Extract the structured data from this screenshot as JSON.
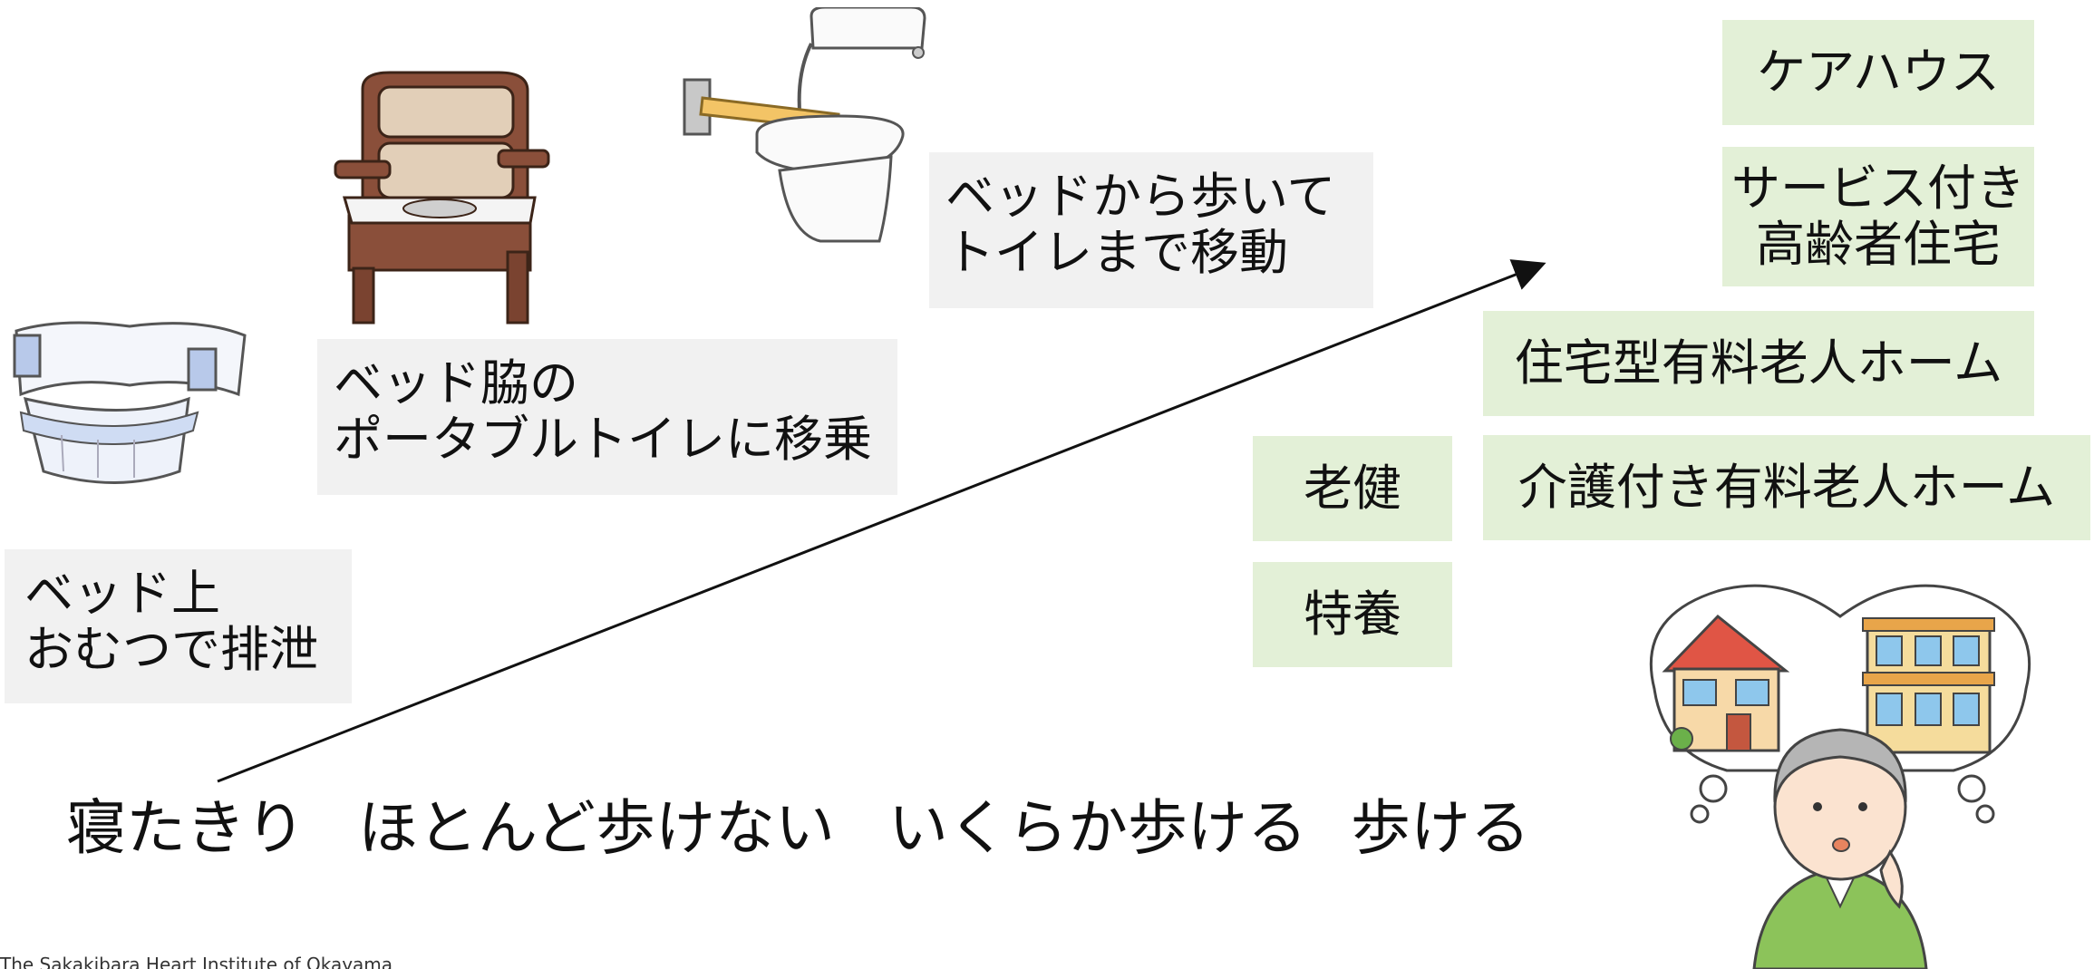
{
  "captions": {
    "bedridden": [
      "ベッド上",
      "おむつで排泄"
    ],
    "portable": [
      "ベッド脇の",
      "ポータブルトイレに移乗"
    ],
    "walk_toilet": [
      "ベッドから歩いて",
      "トイレまで移動"
    ]
  },
  "facilities": {
    "care_house": "ケアハウス",
    "service_housing": [
      "サービス付き",
      "高齢者住宅"
    ],
    "residential_home": "住宅型有料老人ホーム",
    "care_home": "介護付き有料老人ホーム",
    "roken": "老健",
    "tokuyo": "特養"
  },
  "scale": {
    "bedridden": "寝たきり",
    "barely_walk": "ほとんど歩けない",
    "somewhat_walk": "いくらか歩ける",
    "can_walk": "歩ける"
  },
  "footer": "The Sakakibara Heart Institute of Okayama",
  "colors": {
    "gray_box": "#f1f1f1",
    "green_box": "#e3f0d7",
    "arrow": "#111111"
  },
  "icons": [
    "diaper-icon",
    "portable-toilet-icon",
    "toilet-icon",
    "elderly-person-icon",
    "house-icon",
    "apartment-icon"
  ]
}
